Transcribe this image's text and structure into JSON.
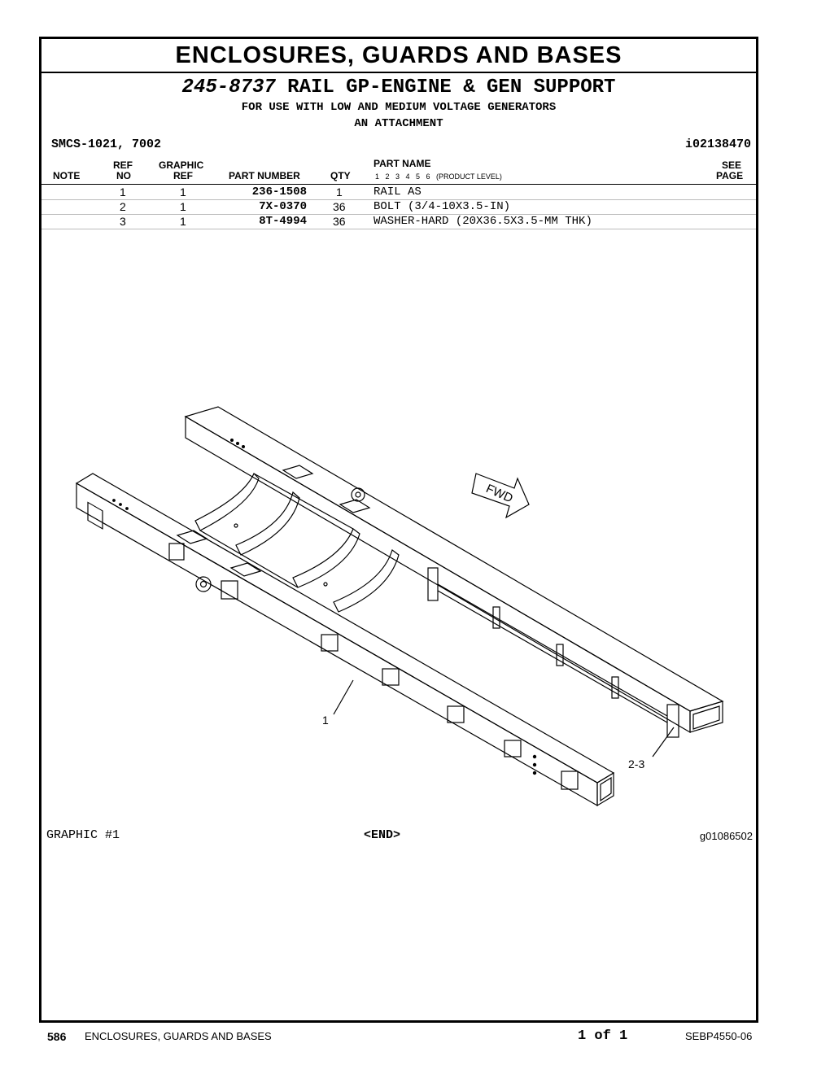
{
  "header": {
    "section_title": "ENCLOSURES, GUARDS AND BASES",
    "group_number": "245-8737",
    "group_name": "RAIL GP-ENGINE & GEN SUPPORT",
    "subtitle_1": "FOR USE WITH LOW AND MEDIUM VOLTAGE GENERATORS",
    "subtitle_2": "AN ATTACHMENT",
    "smcs": "SMCS-1021, 7002",
    "ident": "i02138470"
  },
  "table": {
    "col_note": "NOTE",
    "col_ref_1": "REF",
    "col_ref_2": "NO",
    "col_graphic_1": "GRAPHIC",
    "col_graphic_2": "REF",
    "col_part_number": "PART NUMBER",
    "col_qty": "QTY",
    "col_part_name": "PART NAME",
    "col_levels": "1   2   3   4   5   6   (PRODUCT LEVEL)",
    "col_see_1": "SEE",
    "col_see_2": "PAGE",
    "rows": [
      {
        "ref": "1",
        "graphic": "1",
        "part_number": "236-1508",
        "qty": "1",
        "name": "RAIL AS"
      },
      {
        "ref": "2",
        "graphic": "1",
        "part_number": "7X-0370",
        "qty": "36",
        "name": "BOLT (3/4-10X3.5-IN)"
      },
      {
        "ref": "3",
        "graphic": "1",
        "part_number": "8T-4994",
        "qty": "36",
        "name": "WASHER-HARD (20X36.5X3.5-MM THK)"
      }
    ]
  },
  "graphic": {
    "label": "GRAPHIC #1",
    "end": "<END>",
    "id": "g01086502",
    "callout_1": "1",
    "callout_2": "2-3",
    "fwd": "FWD"
  },
  "footer": {
    "page_number": "586",
    "section": "ENCLOSURES, GUARDS AND BASES",
    "page_of": "1 of 1",
    "doc_id": "SEBP4550-06"
  }
}
